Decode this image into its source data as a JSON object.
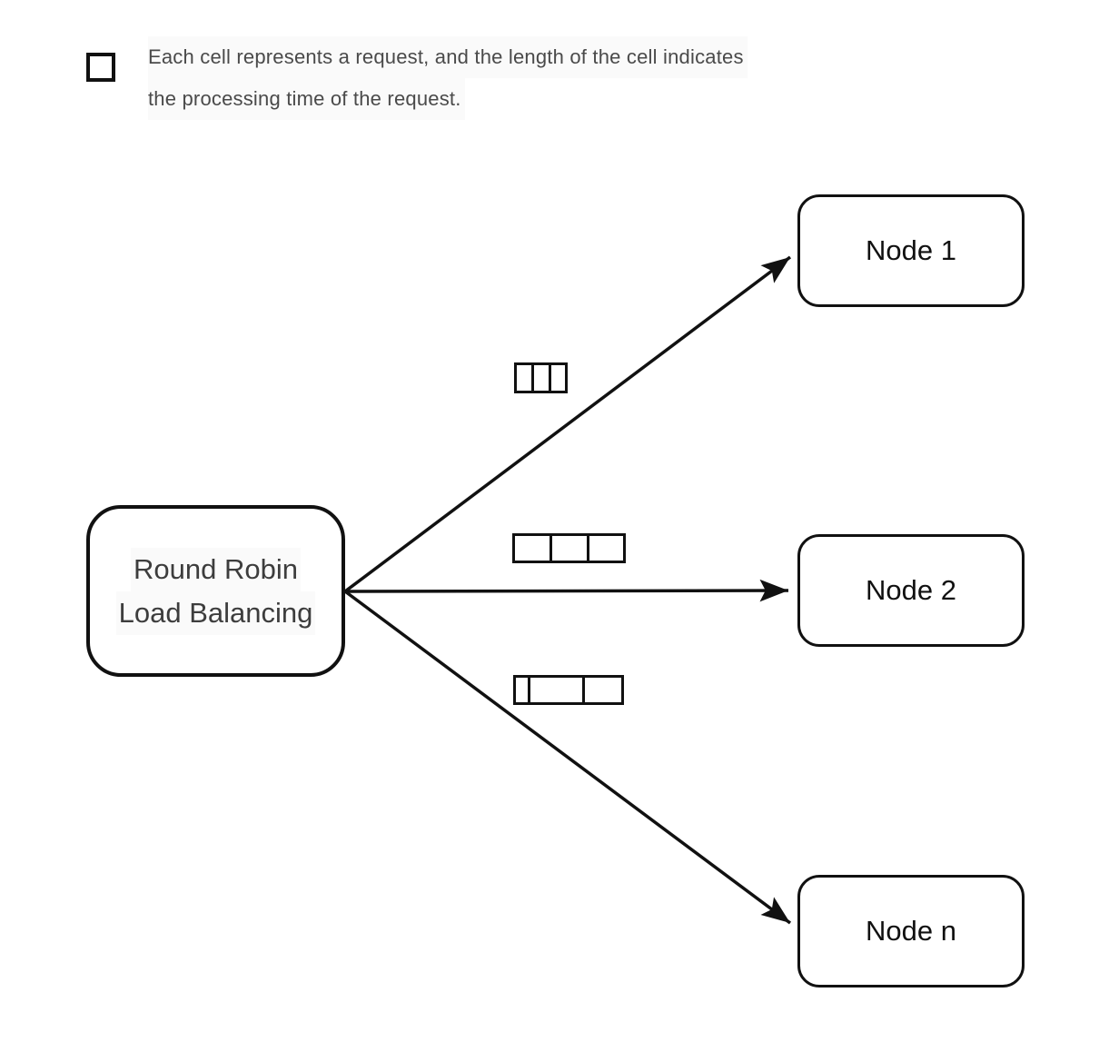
{
  "diagram_title": "Round Robin Load Balancing",
  "legend": {
    "icon": "cell-square-icon",
    "line1": "Each cell represents a request, and the length of the cell indicates",
    "line2": "the processing time of the request."
  },
  "source": {
    "label_line1": "Round Robin",
    "label_line2": "Load Balancing"
  },
  "nodes": [
    {
      "label": "Node 1"
    },
    {
      "label": "Node 2"
    },
    {
      "label": "Node n"
    }
  ],
  "request_groups": [
    {
      "target": "Node 1",
      "cell_count": 3,
      "cell_widths": [
        16,
        16,
        15
      ]
    },
    {
      "target": "Node 2",
      "cell_count": 3,
      "cell_widths": [
        38,
        38,
        37
      ]
    },
    {
      "target": "Node n",
      "cell_count": 3,
      "cell_widths": [
        13,
        57,
        40
      ]
    }
  ],
  "colors": {
    "line": "#111111",
    "box_border": "#111111",
    "source_text": "#3d3d3d",
    "node_text": "#111111",
    "legend_text": "#4a4a4a"
  }
}
